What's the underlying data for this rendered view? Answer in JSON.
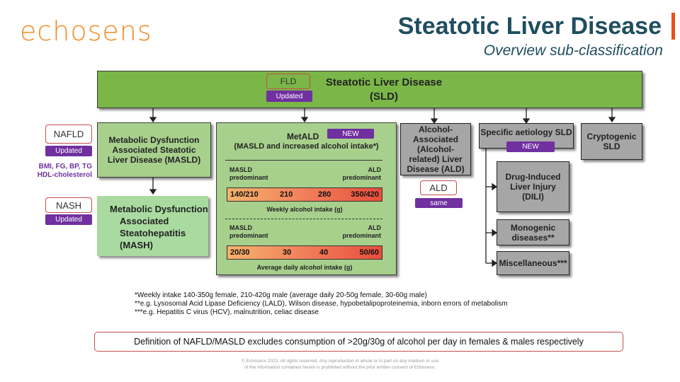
{
  "header": {
    "logo": "echosens",
    "title": "Steatotic Liver Disease",
    "subtitle": "Overview sub-classification"
  },
  "top": {
    "fld_tag": "FLD",
    "updated": "Updated",
    "line1": "Steatotic Liver Disease",
    "line2": "(SLD)"
  },
  "masld": {
    "text": "Metabolic Dysfunction Associated Steatotic Liver Disease (MASLD)",
    "old_tag": "NAFLD",
    "updated": "Updated",
    "criteria1": "BMI, FG, BP, TG",
    "criteria2": "HDL-cholesterol"
  },
  "mash": {
    "line1": "Metabolic Dysfunction",
    "line2": "Associated",
    "line3": "Steatohepatitis",
    "line4": "(MASH)",
    "old_tag": "NASH",
    "updated": "Updated"
  },
  "metald": {
    "title": "MetALD",
    "new": "NEW",
    "subtitle": "(MASLD and increased alcohol intake*)",
    "left_label": "MASLD predominant",
    "right_label": "ALD predominant",
    "weekly": {
      "values": [
        "140/210",
        "210",
        "280",
        "350/420"
      ],
      "caption": "Weekly alcohol intake (g)"
    },
    "daily": {
      "values": [
        "20/30",
        "30",
        "40",
        "50/60"
      ],
      "caption": "Average daily alcohol intake (g)"
    }
  },
  "ald": {
    "text": "Alcohol-Associated (Alcohol-related) Liver Disease (ALD)",
    "old_tag": "ALD",
    "same": "same"
  },
  "specific": {
    "title": "Specific aetiology SLD",
    "new": "NEW",
    "dili": "Drug-Induced Liver Injury (DILI)",
    "monogenic": "Monogenic diseases**",
    "misc": "Miscellaneous***"
  },
  "crypto": {
    "text": "Cryptogenic SLD"
  },
  "footnotes": [
    "*Weekly intake 140-350g female, 210-420g male (average daily 20-50g female, 30-60g male)",
    "**e.g. Lysosomal Acid Lipase Deficiency (LALD), Wilson disease, hypobetalipoproteinemia, inborn errors of metabolism",
    "***e.g. Hepatitis C virus (HCV), malnutrition, celiac disease"
  ],
  "definition": "Definition of NAFLD/MASLD excludes consumption of >20g/30g of alcohol per day in females & males respectively",
  "copyright1": "© Echosens 2023. All rights reserved. Any reproduction in whole or in part on any medium or use",
  "copyright2": "of the information contained herein is prohibited without the prior written consent of Echosens.",
  "colors": {
    "brand_orange": "#f28c28",
    "title_teal": "#1f4e5f",
    "green": "#7ab648",
    "purple": "#7030a0",
    "grey_box": "#a6a6a6"
  }
}
